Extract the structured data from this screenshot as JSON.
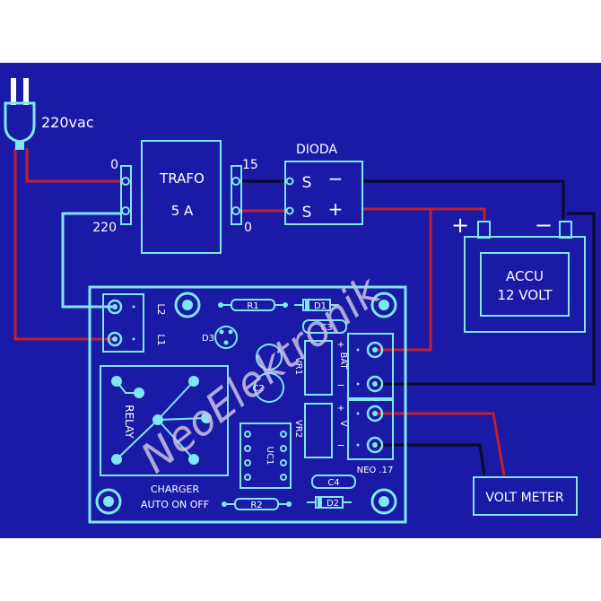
{
  "colors": {
    "background": "#1a1aa6",
    "wire_cyan": "#7ee7ef",
    "wire_red": "#c21f2f",
    "wire_black": "#0c0c22",
    "watermark": "#c9c3e6"
  },
  "plug": {
    "icon": "power-plug-icon",
    "voltage_label": "220vac"
  },
  "transformer": {
    "title": "TRAFO",
    "rating": "5 A",
    "pin_in_top": "0",
    "pin_in_bottom": "220",
    "pin_out_top": "15",
    "pin_out_bottom": "0"
  },
  "diode_bridge": {
    "title": "DIODA",
    "minus": "−",
    "plus": "+",
    "glyph": "S"
  },
  "battery": {
    "plus": "+",
    "minus": "−",
    "line1": "ACCU",
    "line2": "12 VOLT"
  },
  "volt_meter": {
    "label": "VOLT METER"
  },
  "pcb": {
    "connector_l2": "L2",
    "connector_l1": "L1",
    "relay_label": "RELAY",
    "r1": "R1",
    "r2": "R2",
    "d1": "D1",
    "d2": "D2",
    "d3": "D3",
    "c2": "C2",
    "c3": "C3",
    "c4": "C4",
    "ic": "UC1",
    "vr1": "VR1",
    "vr2": "VR2",
    "bat_label": "BAT",
    "v_label": "V",
    "plus": "+",
    "minus": "−",
    "neo": "NEO .17",
    "board_name_line1": "CHARGER",
    "board_name_line2": "AUTO ON OFF"
  },
  "watermark": "NeoElektronik"
}
